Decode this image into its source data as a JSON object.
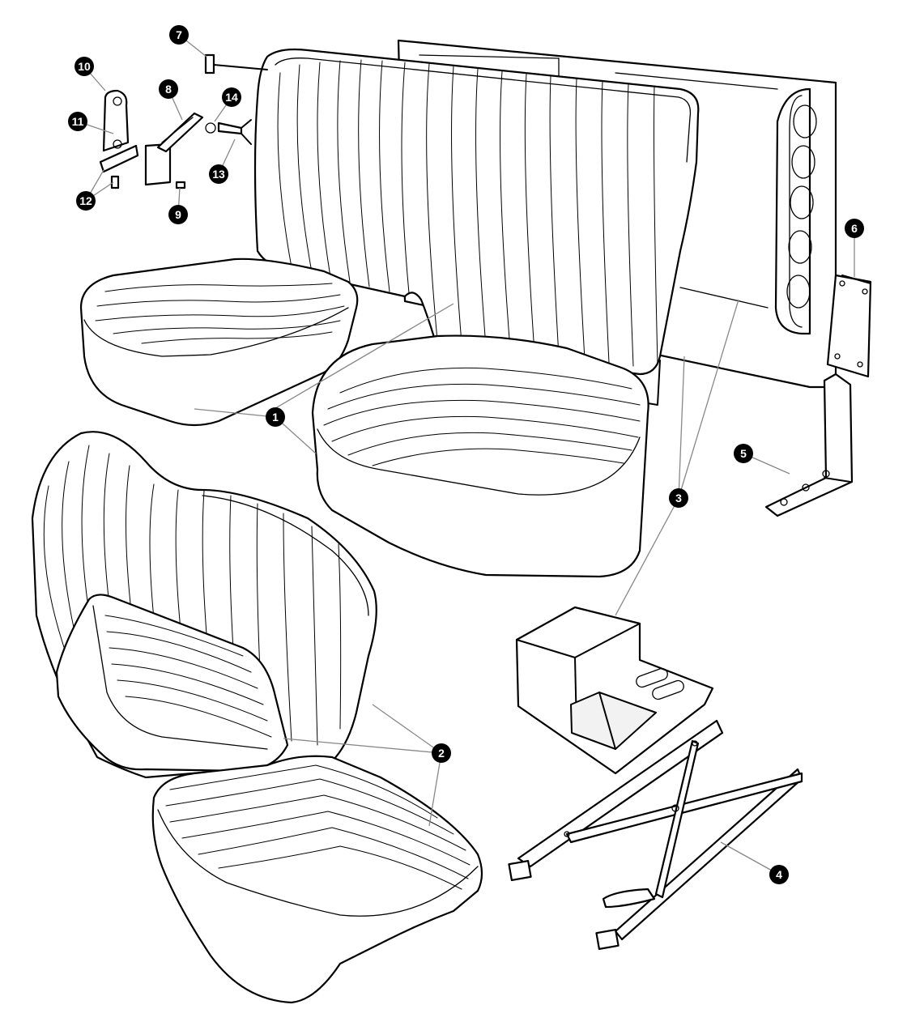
{
  "diagram": {
    "callouts": [
      {
        "id": "1",
        "label": "1"
      },
      {
        "id": "2",
        "label": "2"
      },
      {
        "id": "3",
        "label": "3"
      },
      {
        "id": "4",
        "label": "4"
      },
      {
        "id": "5",
        "label": "5"
      },
      {
        "id": "6",
        "label": "6"
      },
      {
        "id": "7",
        "label": "7"
      },
      {
        "id": "8",
        "label": "8"
      },
      {
        "id": "9",
        "label": "9"
      },
      {
        "id": "10",
        "label": "10"
      },
      {
        "id": "11",
        "label": "11"
      },
      {
        "id": "12",
        "label": "12"
      },
      {
        "id": "13",
        "label": "13"
      },
      {
        "id": "14",
        "label": "14"
      }
    ],
    "colors": {
      "line": "#000000",
      "leader": "#888888",
      "fill": "#ffffff"
    }
  }
}
